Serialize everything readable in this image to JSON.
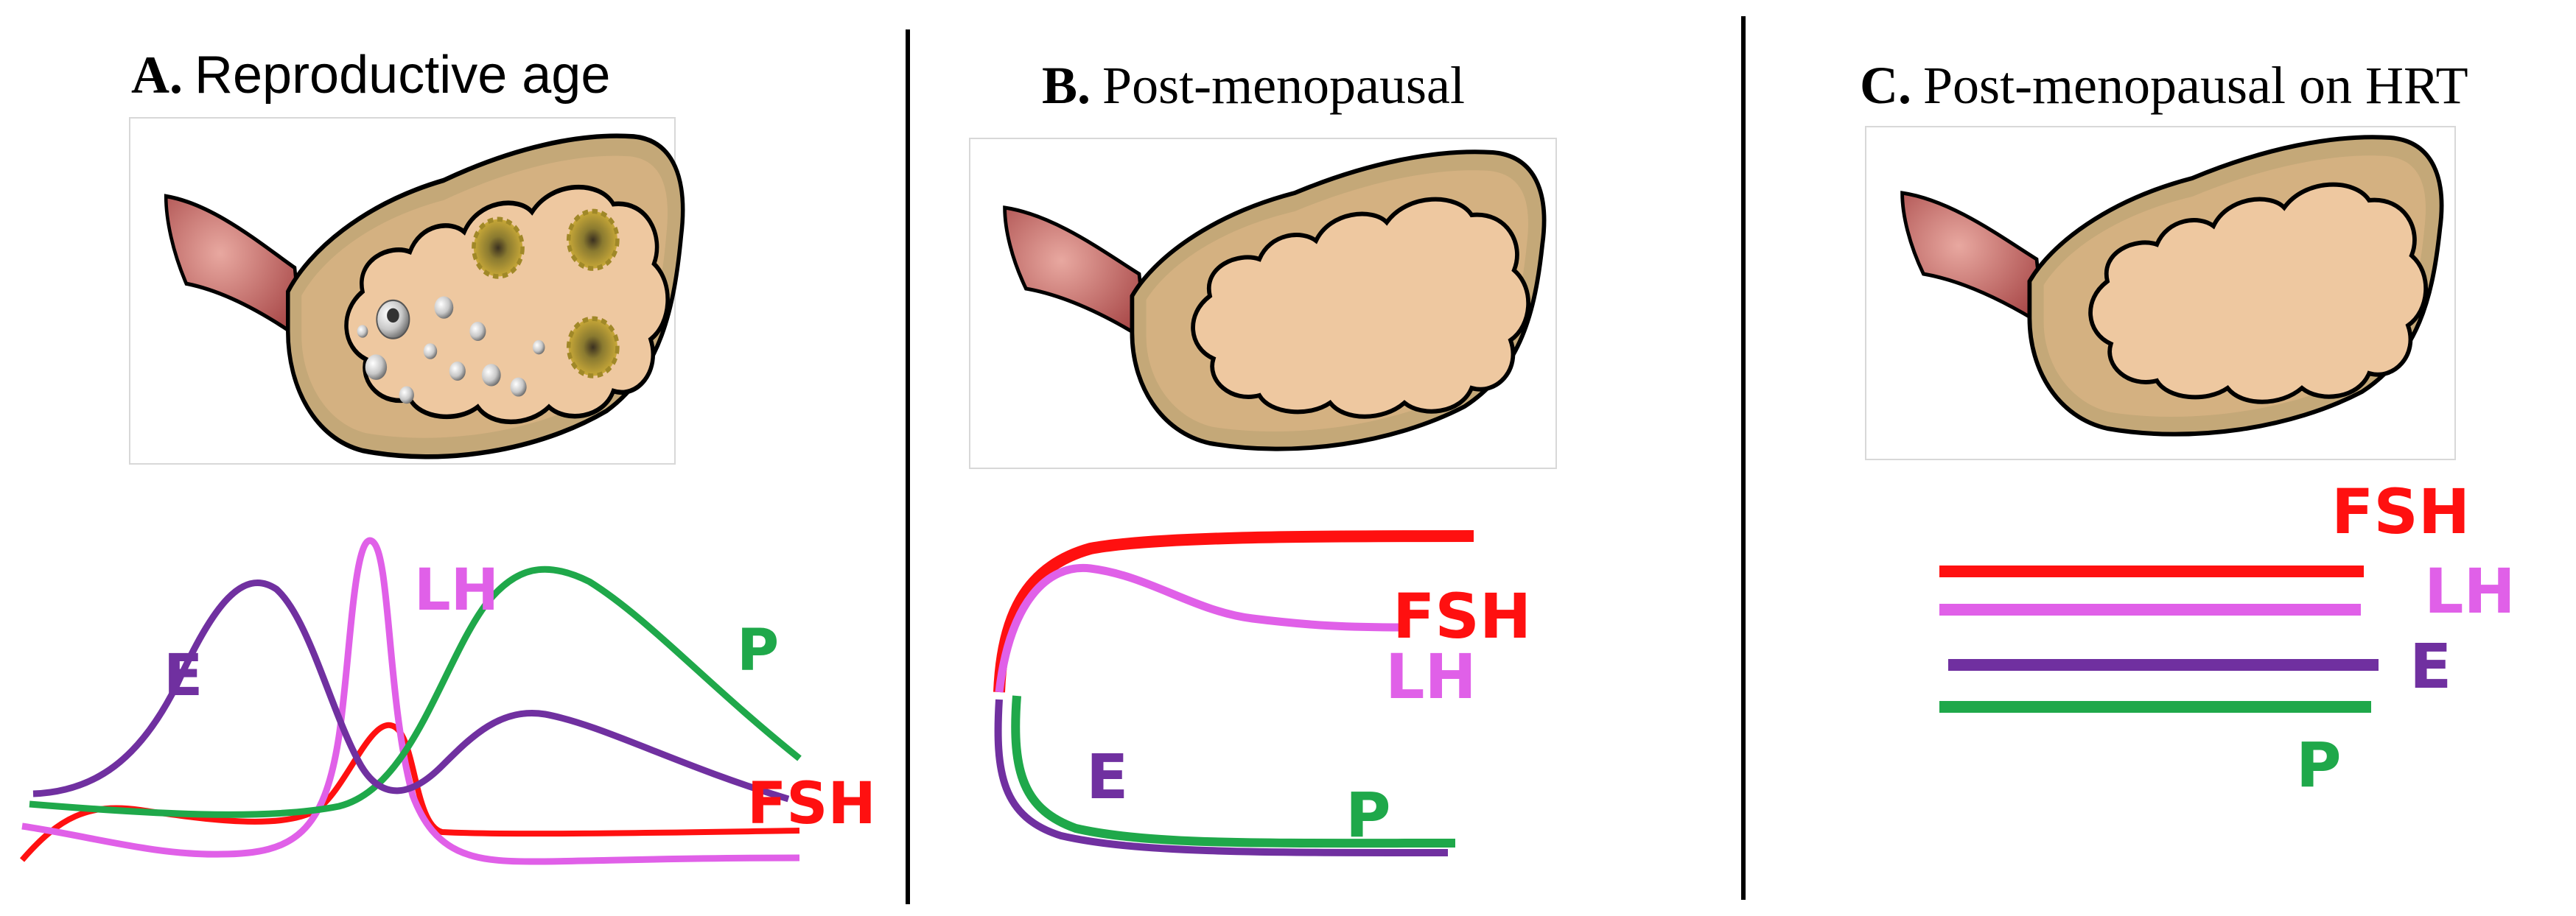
{
  "panels": [
    {
      "letter": "A.",
      "title": "Reproductive age",
      "ovary": "reproductive-ovary-with-follicles",
      "hormone_labels": {
        "E": "E",
        "LH": "LH",
        "P": "P",
        "FSH": "FSH"
      }
    },
    {
      "letter": "B.",
      "title": "Post-menopausal",
      "ovary": "post-menopausal-ovary",
      "hormone_labels": {
        "FSH": "FSH",
        "LH": "LH",
        "E": "E",
        "P": "P"
      }
    },
    {
      "letter": "C.",
      "title": "Post-menopausal on HRT",
      "ovary": "post-menopausal-ovary",
      "hormone_labels": {
        "FSH": "FSH",
        "LH": "LH",
        "E": "E",
        "P": "P"
      }
    }
  ],
  "colors": {
    "E": "#7030a0",
    "LH": "#e060e8",
    "P": "#1fa84a",
    "FSH": "#ff1010",
    "divider": "#000000",
    "ovary_tissue": "#eec8a0",
    "ovary_rim": "#b8a078",
    "ligament": "#b86060"
  }
}
